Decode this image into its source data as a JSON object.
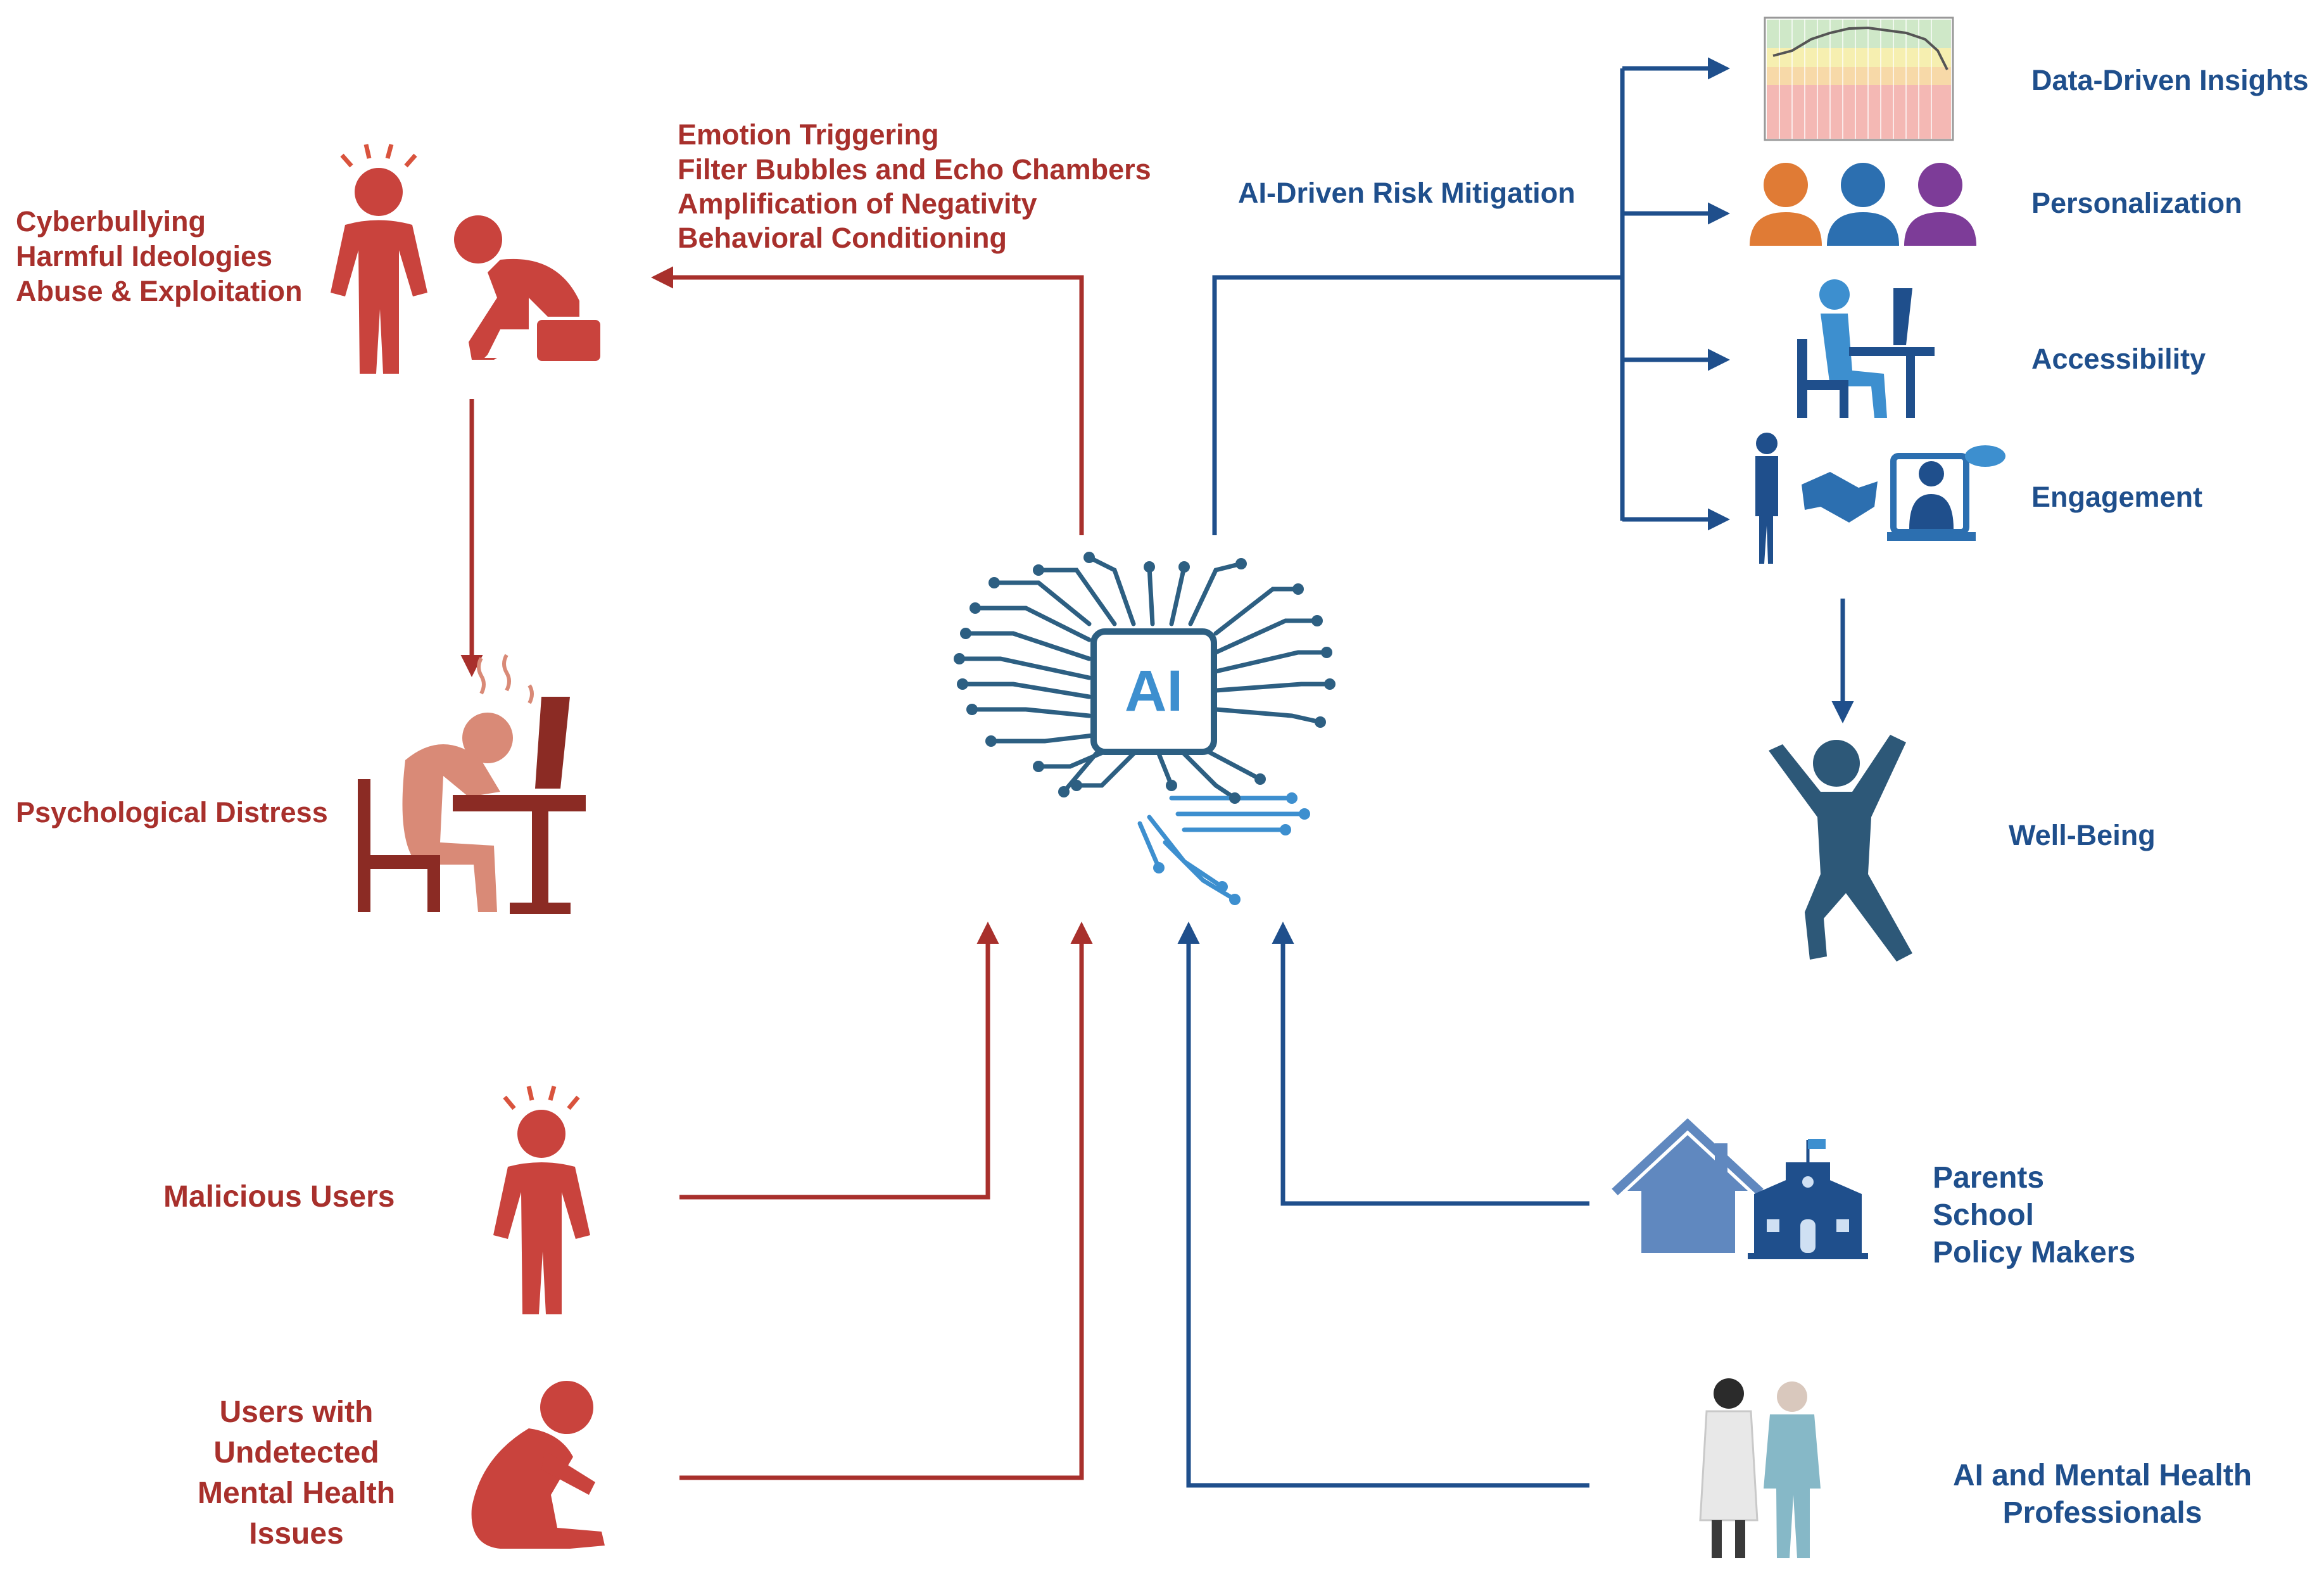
{
  "colors": {
    "harm_red": "#a8302c",
    "figure_red": "#c9433d",
    "figure_salmon": "#d98a77",
    "mitigation_blue": "#1f4f8c",
    "icon_blue": "#2c6fb0",
    "accent_orange": "#e07b35",
    "accent_purple": "#7d3c98"
  },
  "harms": {
    "online_risks": [
      "Cyberbullying",
      "Harmful Ideologies",
      "Abuse & Exploitation"
    ],
    "ai_mechanisms": [
      "Emotion Triggering",
      "Filter Bubbles and Echo Chambers",
      "Amplification of Negativity",
      "Behavioral Conditioning"
    ],
    "distress": "Psychological Distress",
    "malicious_users": "Malicious Users",
    "undetected_users": [
      "Users with",
      "Undetected",
      "Mental Health",
      "Issues"
    ]
  },
  "center": {
    "label": "AI"
  },
  "mitigation": {
    "title": "AI-Driven Risk Mitigation",
    "items": [
      "Data-Driven Insights",
      "Personalization",
      "Accessibility",
      "Engagement"
    ],
    "outcome": "Well-Being"
  },
  "stakeholders": {
    "community": [
      "Parents",
      "School",
      "Policy Makers"
    ],
    "professionals": [
      "AI and Mental Health",
      "Professionals"
    ]
  },
  "icons": {
    "stressed": "stressed-person-icon",
    "desk_distress": "distressed-at-desk-icon",
    "ai_brain": "ai-brain-circuit-icon",
    "chart": "bar-chart-icon",
    "people": "people-group-icon",
    "computer_user": "person-at-computer-icon",
    "telehealth": "telehealth-handshake-icon",
    "celebrate": "celebrating-person-icon",
    "house_school": "house-and-school-icon",
    "doctors": "doctors-icon"
  }
}
